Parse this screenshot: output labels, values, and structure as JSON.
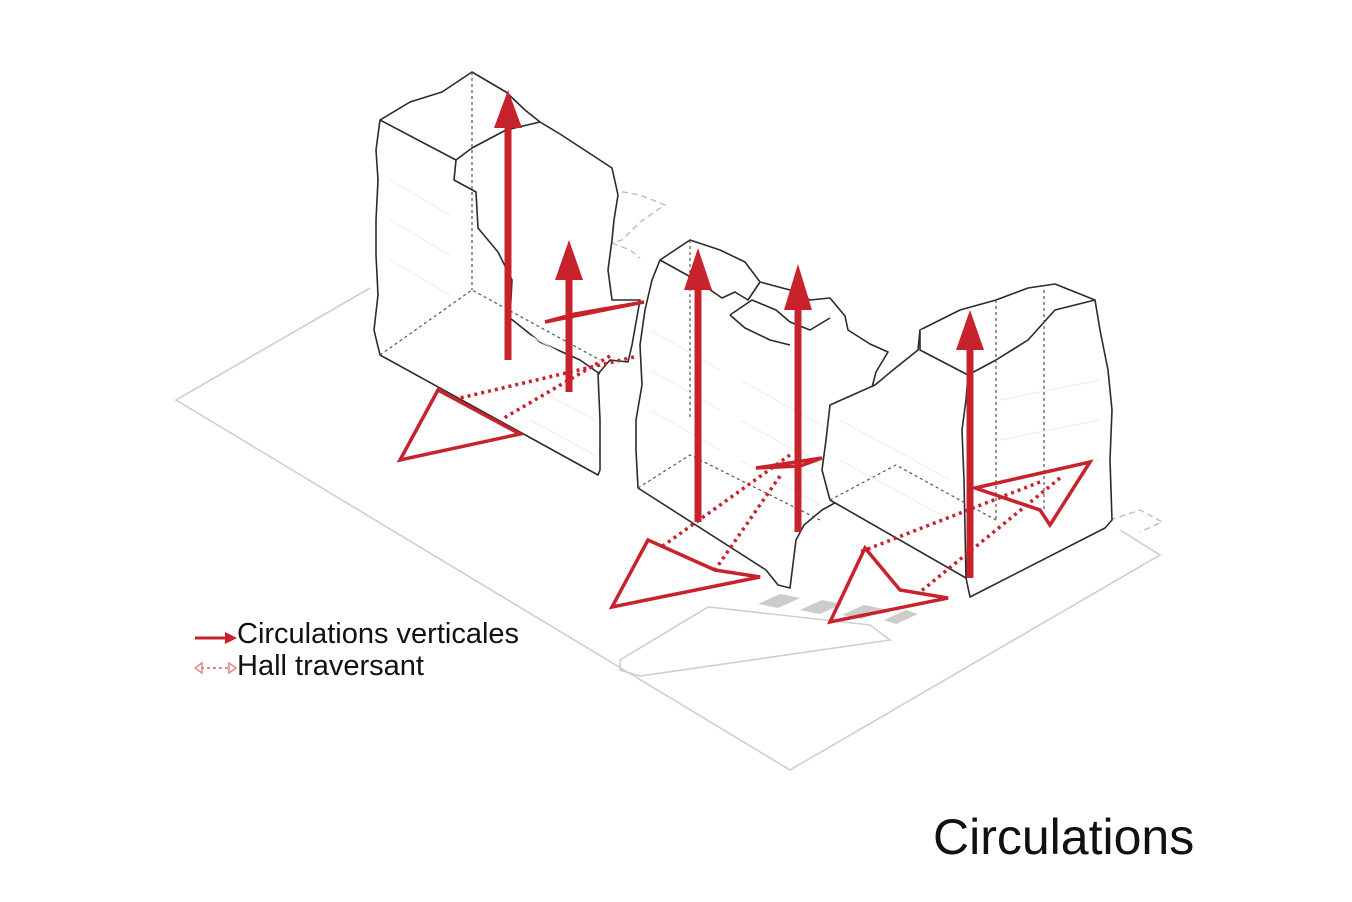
{
  "legend": {
    "items": [
      {
        "label": "Circulations verticales",
        "symbol": "solid-arrow",
        "color": "#c8232c"
      },
      {
        "label": "Hall traversant",
        "symbol": "dashed-double-arrow",
        "color": "#c8232c"
      }
    ]
  },
  "title": "Circulations",
  "colors": {
    "accent": "#c8232c",
    "outline": "#2b2b2b",
    "site": "#cfcfcf"
  }
}
